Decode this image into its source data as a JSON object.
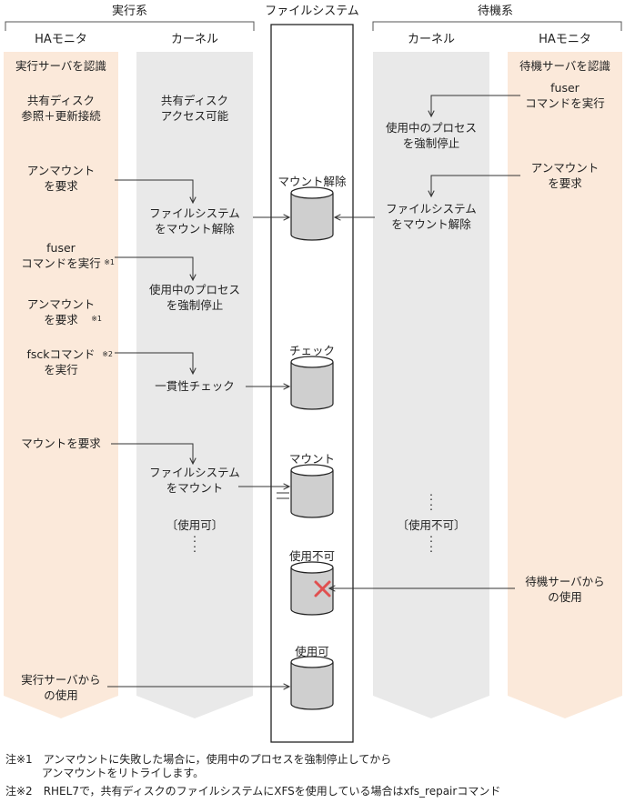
{
  "groups": {
    "active": "実行系",
    "fs": "ファイルシステム",
    "standby": "待機系"
  },
  "columns": {
    "active_ha": "HAモニタ",
    "active_kernel": "カーネル",
    "standby_kernel": "カーネル",
    "standby_ha": "HAモニタ"
  },
  "active_ha": {
    "recognize": "実行サーバを認識",
    "shared_disk": "共有ディスク\n参照＋更新接続",
    "unmount": "アンマウント\nを要求",
    "fuser": "fuser\nコマンドを実行",
    "fuser_note": "※1",
    "unmount2": "アンマウント\nを要求",
    "unmount2_note": "※1",
    "fsck": "fsckコマンド",
    "fsck_note": "※2",
    "fsck_run": "を実行",
    "mount": "マウントを要求",
    "use": "実行サーバから\nの使用"
  },
  "active_kernel": {
    "access": "共有ディスク\nアクセス可能",
    "unmount_fs": "ファイルシステム\nをマウント解除",
    "kill": "使用中のプロセス\nを強制停止",
    "check": "一貫性チェック",
    "mount_fs": "ファイルシステム\nをマウント",
    "usable": "〔使用可〕",
    "dots": ":\n:"
  },
  "fs": {
    "unmounted": "マウント解除",
    "check": "チェック",
    "mount": "マウント",
    "unusable": "使用不可",
    "usable": "使用可"
  },
  "standby_kernel": {
    "kill": "使用中のプロセス\nを強制停止",
    "unmount_fs": "ファイルシステム\nをマウント解除",
    "dots_top": ":\n:",
    "unusable": "〔使用不可〕",
    "dots_bottom": ":\n:"
  },
  "standby_ha": {
    "recognize": "待機サーバを認識",
    "fuser": "fuser\nコマンドを実行",
    "unmount": "アンマウント\nを要求",
    "use": "待機サーバから\nの使用"
  },
  "notes": [
    "注※1　アンマウントに失敗した場合に，使用中のプロセスを強制停止してから\n　　　 アンマウントをリトライします。",
    "注※2　RHEL7で，共有ディスクのファイルシステムにXFSを使用している場合はxfs_repairコマンド"
  ],
  "colors": {
    "ha_fill": "#fbe9da",
    "kernel_fill": "#e9e9e9",
    "disk_fill": "#cfcfcf",
    "cross": "#e05050"
  }
}
